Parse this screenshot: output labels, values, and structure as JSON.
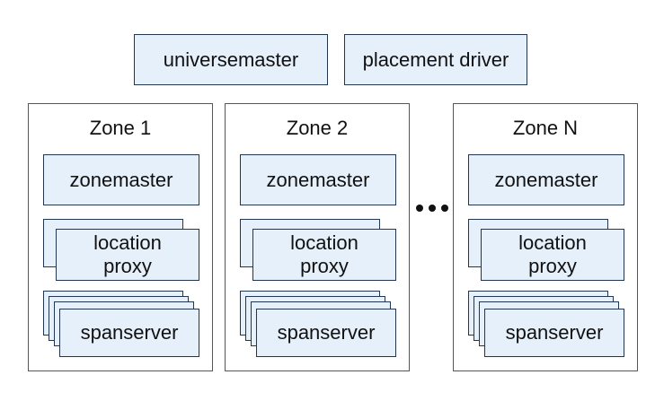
{
  "top": {
    "universemaster": "universemaster",
    "placement_driver": "placement driver"
  },
  "zones": [
    {
      "title": "Zone 1",
      "zonemaster": "zonemaster",
      "location_proxy": "location\nproxy",
      "spanserver": "spanserver"
    },
    {
      "title": "Zone 2",
      "zonemaster": "zonemaster",
      "location_proxy": "location\nproxy",
      "spanserver": "spanserver"
    },
    {
      "title": "Zone N",
      "zonemaster": "zonemaster",
      "location_proxy": "location\nproxy",
      "spanserver": "spanserver"
    }
  ],
  "colors": {
    "box_fill": "#e6f0fb",
    "box_border": "#23364f",
    "zone_border": "#555555"
  }
}
